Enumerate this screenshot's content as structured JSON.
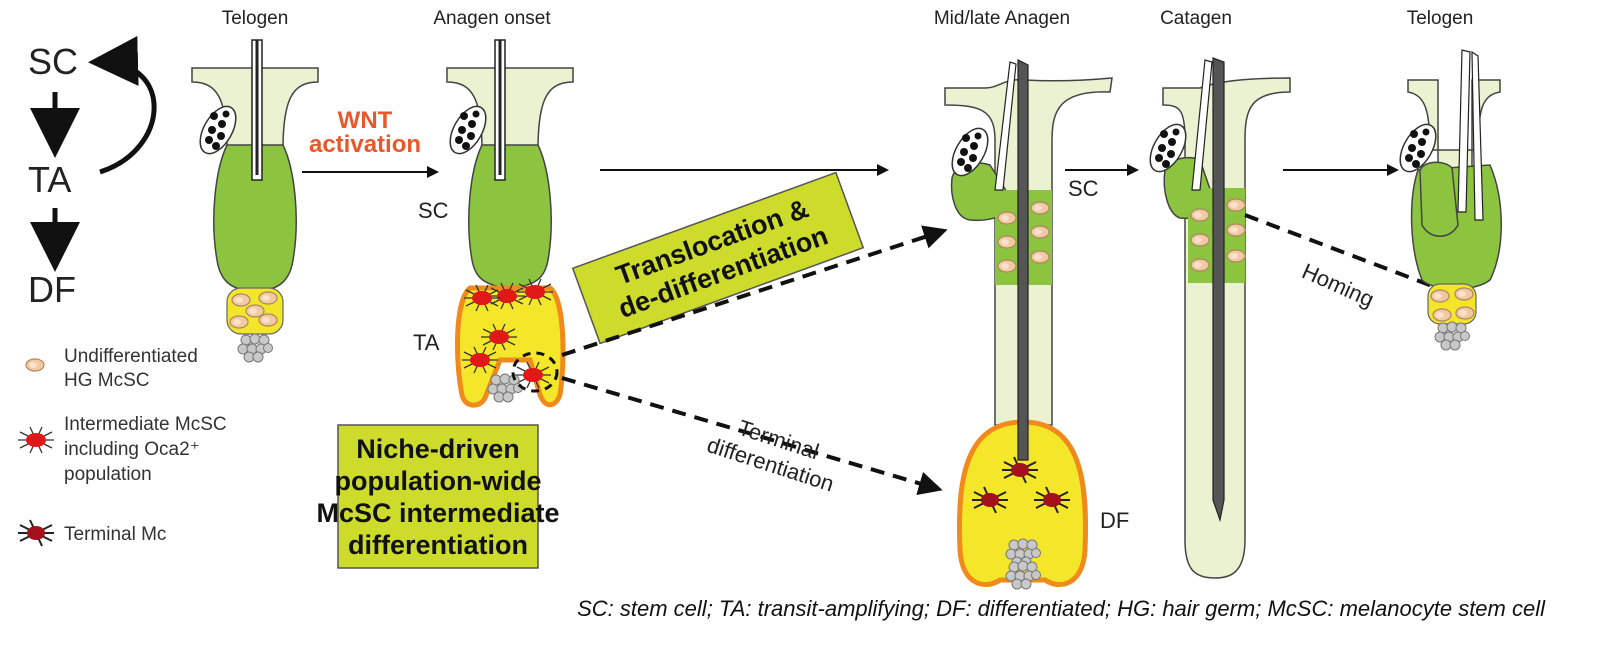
{
  "stages": [
    "Telogen",
    "Anagen onset",
    "Mid/late Anagen",
    "Catagen",
    "Telogen"
  ],
  "hierarchy": {
    "sc": "SC",
    "ta": "TA",
    "df": "DF"
  },
  "wnt": {
    "line1": "WNT",
    "line2": "activation",
    "color": "#e8582a"
  },
  "labels": {
    "sc": "SC",
    "ta": "TA",
    "df": "DF",
    "homing": "Homing",
    "terminal1": "Terminal",
    "terminal2": "differentiation"
  },
  "translocation_box": {
    "line1": "Translocation &",
    "line2": "de-differentiation"
  },
  "niche_box": {
    "lines": [
      "Niche-driven",
      "population-wide",
      "McSC intermediate",
      "differentiation"
    ]
  },
  "legend": [
    {
      "icon": "undifferentiated-cell",
      "lines": [
        "Undifferentiated",
        "HG McSC"
      ]
    },
    {
      "icon": "intermediate-cell",
      "lines": [
        "Intermediate McSC",
        "including Oca2⁺",
        "population"
      ]
    },
    {
      "icon": "terminal-cell",
      "lines": [
        "Terminal Mc"
      ]
    }
  ],
  "caption": "SC: stem cell; TA: transit-amplifying; DF: differentiated; HG: hair germ; McSC: melanocyte stem cell",
  "colors": {
    "green": "#8cc43f",
    "skin": "#eaf2d2",
    "box": "#cddc2b",
    "yellow": "#f4e628",
    "orange": "#f08a1c",
    "red": "#e01818"
  }
}
